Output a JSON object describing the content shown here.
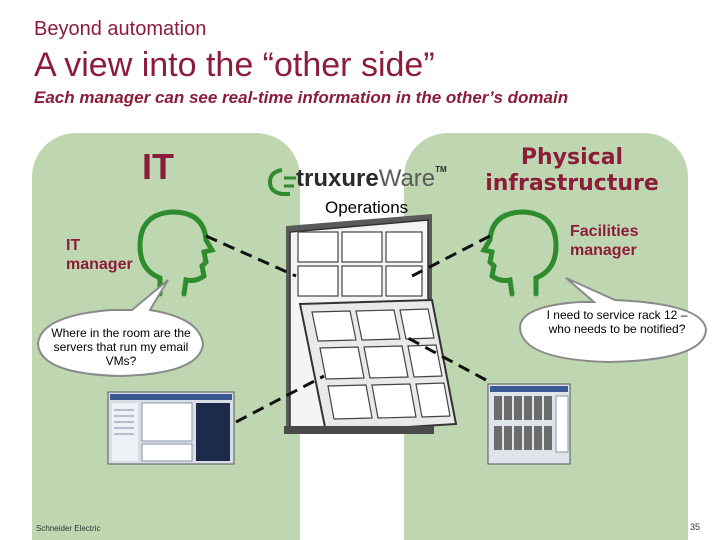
{
  "header": {
    "kicker": "Beyond automation",
    "title": "A view into the “other side”",
    "subtitle": "Each manager can see real-time information in the other’s domain"
  },
  "left_panel": {
    "title": "IT",
    "role": "IT manager",
    "bubble": "Where in the room are the servers that run my email VMs?"
  },
  "center": {
    "brand_bold": "truxure",
    "brand_light": "Ware",
    "brand_tm": "TM",
    "caption": "Operations"
  },
  "right_panel": {
    "title_line1": "Physical",
    "title_line2": "infrastructure",
    "role": "Facilities manager",
    "bubble": "I need to service rack 12 – who needs to be notified?"
  },
  "footer": {
    "company": "Schneider Electric",
    "page": "35"
  },
  "colors": {
    "heading": "#8c1d3a",
    "panel": "#bfd7b1",
    "icon_green": "#2e8b2e"
  },
  "icons": [
    "it-manager-head-icon",
    "facilities-manager-head-icon",
    "window-icon",
    "brand-logo-icon",
    "speech-bubble-icon",
    "screenshot-thumbnail-icon"
  ]
}
